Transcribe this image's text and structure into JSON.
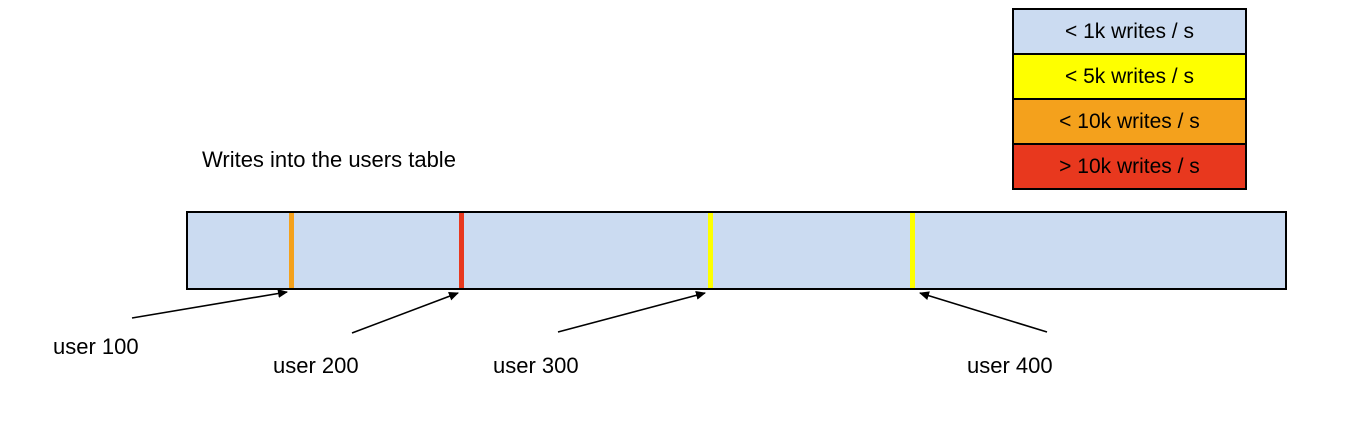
{
  "title": "Writes into the users table",
  "colors": {
    "band_blue": "#CBDBF1",
    "band_yellow": "#FEFF00",
    "band_orange": "#F4A11C",
    "band_red": "#E8381E",
    "outline": "#000000"
  },
  "legend": {
    "items": [
      {
        "label": "< 1k writes / s",
        "color": "#CBDBF1"
      },
      {
        "label": "< 5k writes / s",
        "color": "#FEFF00"
      },
      {
        "label": "< 10k writes / s",
        "color": "#F4A11C"
      },
      {
        "label": "> 10k writes / s",
        "color": "#E8381E"
      }
    ]
  },
  "table_bar": {
    "fill": "#CBDBF1",
    "stripes": [
      {
        "id": "user-100",
        "color": "#F4A11C"
      },
      {
        "id": "user-200",
        "color": "#E8381E"
      },
      {
        "id": "user-300",
        "color": "#FEFF00"
      },
      {
        "id": "user-400",
        "color": "#FEFF00"
      }
    ]
  },
  "user_labels": {
    "u100": "user 100",
    "u200": "user 200",
    "u300": "user 300",
    "u400": "user 400"
  }
}
